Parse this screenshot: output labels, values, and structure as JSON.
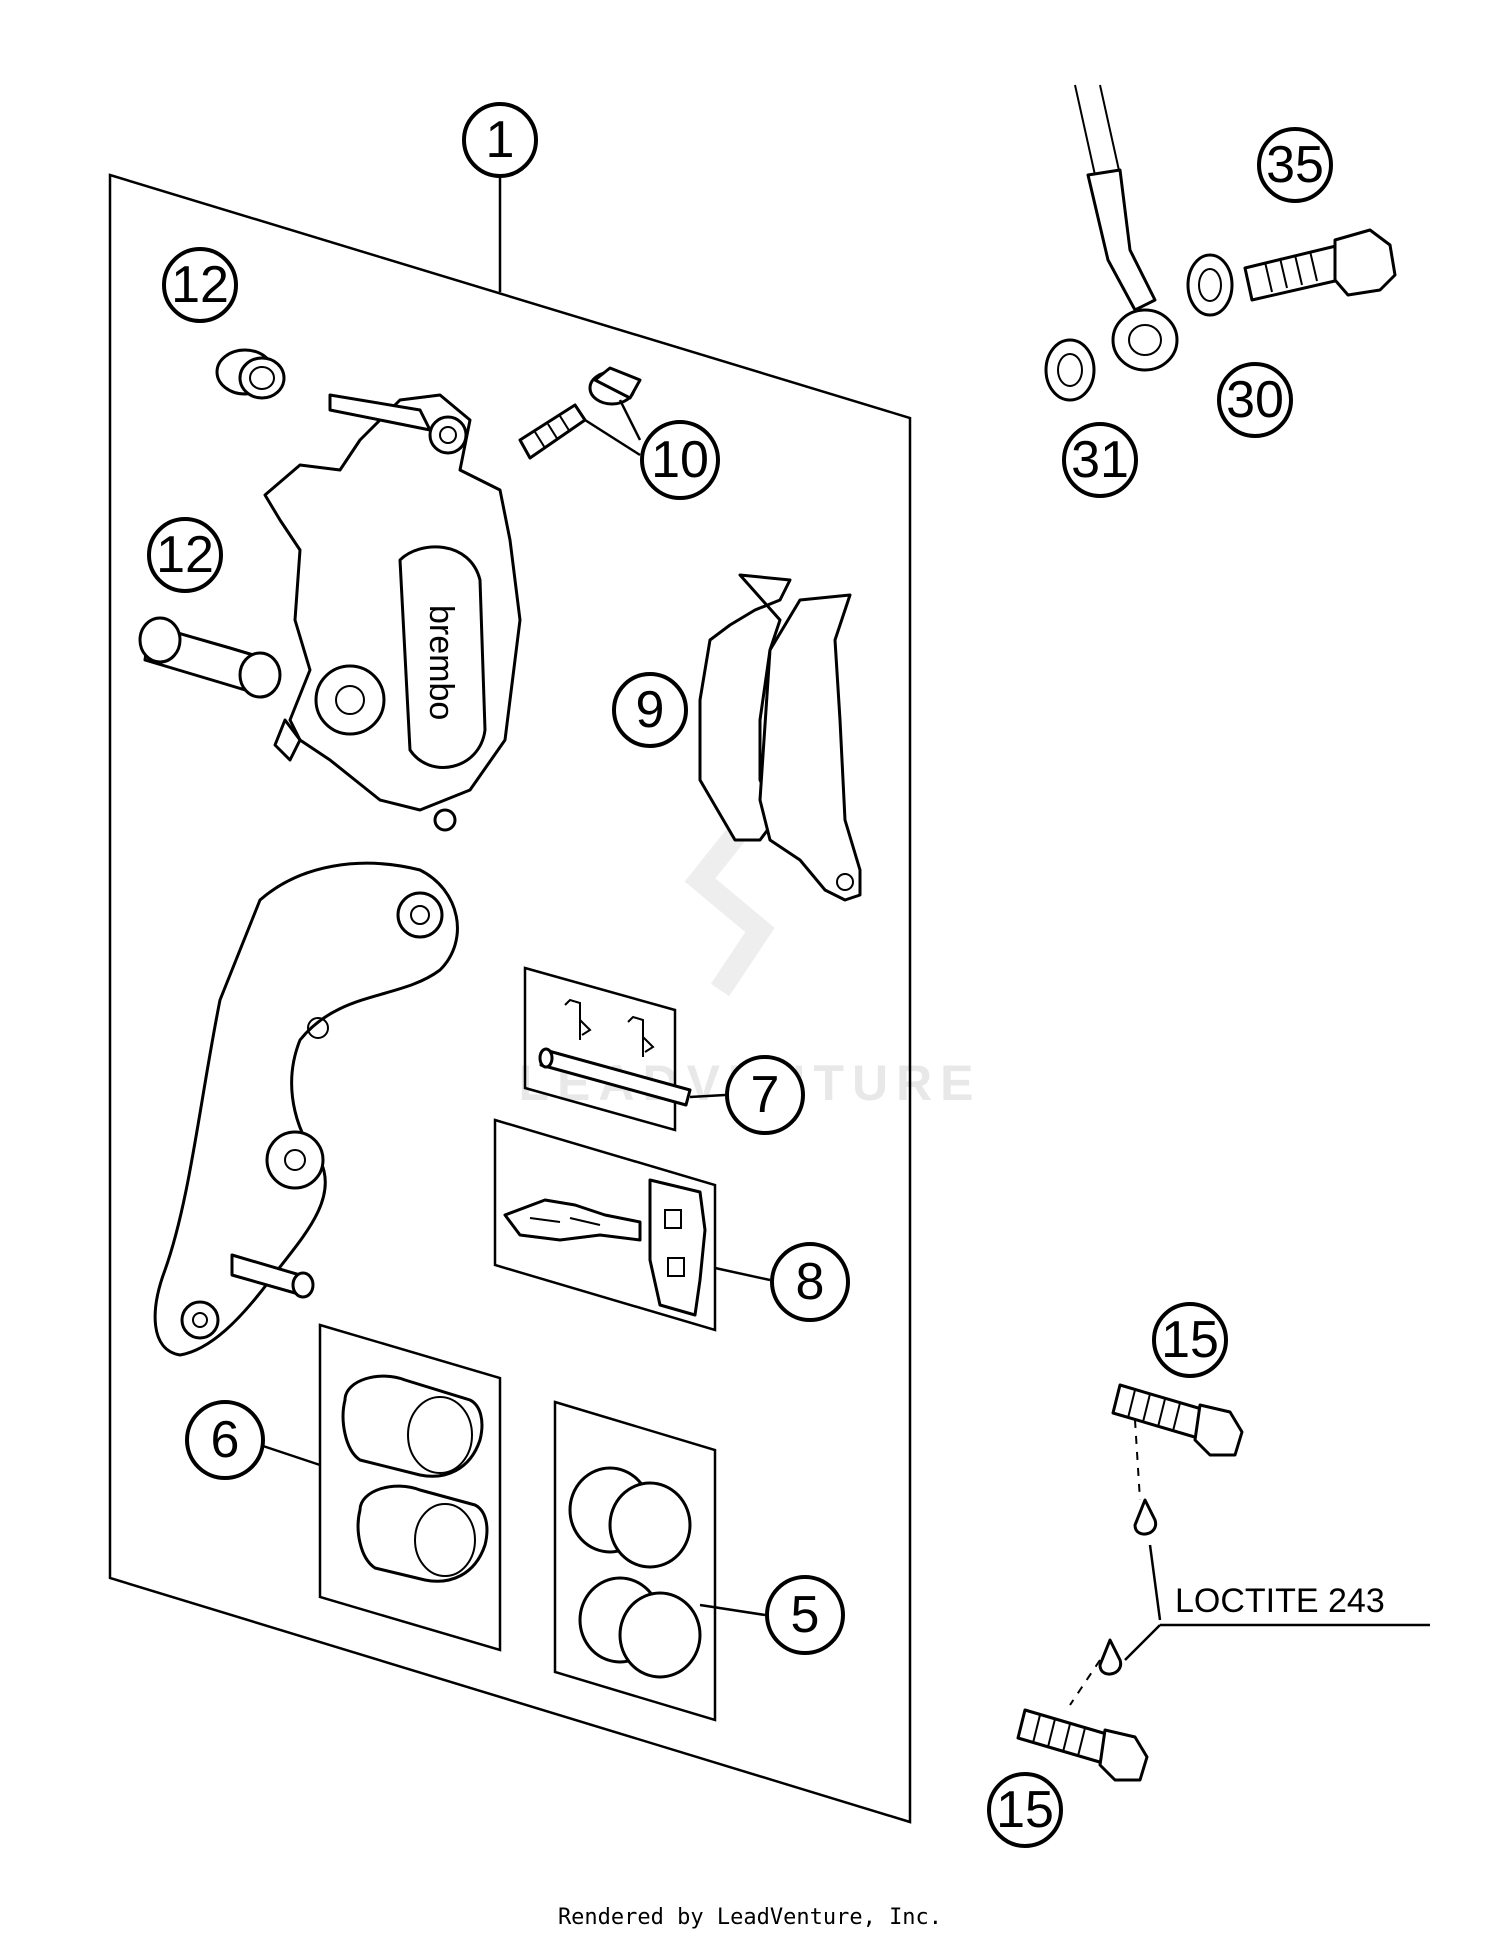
{
  "callouts": {
    "c1": "1",
    "c12a": "12",
    "c12b": "12",
    "c10": "10",
    "c9": "9",
    "c7": "7",
    "c8": "8",
    "c6": "6",
    "c5": "5",
    "c35": "35",
    "c30": "30",
    "c31": "31",
    "c15a": "15",
    "c15b": "15"
  },
  "caliper_brand": "brembo",
  "note": "LOCTITE 243",
  "watermark": "LEADVENTURE",
  "footer": "Rendered by LeadVenture, Inc."
}
